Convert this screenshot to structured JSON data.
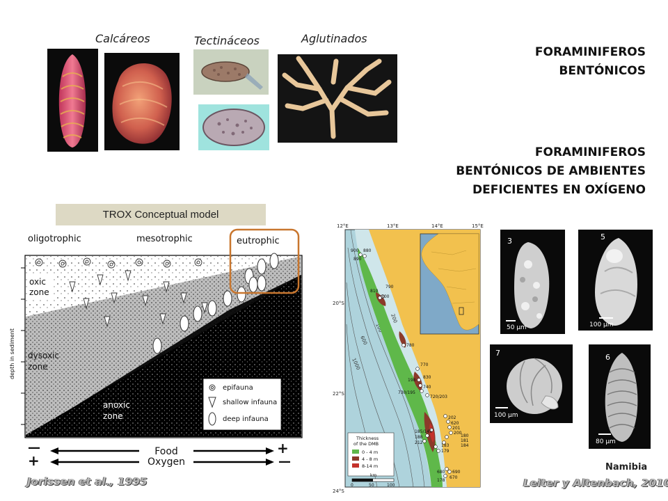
{
  "categories": {
    "calcareos": "Calcáreos",
    "tectinaceos": "Tectináceos",
    "aglutinados": "Aglutinados"
  },
  "titles": {
    "title1_line1": "FORAMINIFEROS",
    "title1_line2": "BENTÓNICOS",
    "title2_line1": "FORAMINIFEROS",
    "title2_line2": "BENTÓNICOS DE AMBIENTES",
    "title2_line3": "DEFICIENTES EN OXÍGENO"
  },
  "trox": {
    "banner": "TROX Conceptual model",
    "columns": [
      "oligotrophic",
      "mesotrophic",
      "eutrophic"
    ],
    "zones": {
      "oxic": [
        "oxic",
        "zone"
      ],
      "dysoxic": [
        "dysoxic",
        "zone"
      ],
      "anoxic": [
        "anoxic",
        "zone"
      ]
    },
    "y_axis": "depth in sediment",
    "legend": [
      "epifauna",
      "shallow infauna",
      "deep infauna"
    ],
    "food": "Food",
    "oxygen": "Oxygen",
    "minus": "—",
    "plus": "+",
    "citation": "Jorissen et al., 1995"
  },
  "map": {
    "lon_labels": [
      "12°E",
      "13°E",
      "14°E",
      "15°E"
    ],
    "lat_labels": [
      "20°S",
      "22°S",
      "24°S"
    ],
    "contours": [
      "200",
      "100",
      "600",
      "1000"
    ],
    "stations": [
      "900",
      "880",
      "890",
      "810",
      "790",
      "800",
      "780",
      "770",
      "198",
      "830",
      "740",
      "730/195",
      "720/203",
      "202",
      "620",
      "201",
      "200",
      "180",
      "181",
      "184",
      "185/145",
      "188",
      "212",
      "183",
      "179",
      "680",
      "690",
      "670",
      "178"
    ],
    "legend_title": [
      "Thickness",
      "of the DMB"
    ],
    "legend_items": [
      "0 - 4 m",
      "4 - 8 m",
      "8-14 m"
    ],
    "legend_colors": [
      "#5fb84a",
      "#8b3a2a",
      "#c4322b"
    ],
    "scale_label": "km",
    "scale_ticks": [
      "0",
      "50",
      "100"
    ]
  },
  "sem": {
    "panels": [
      {
        "number": "3",
        "scale": "50 µm"
      },
      {
        "number": "5",
        "scale": "100 µm"
      },
      {
        "number": "7",
        "scale": "100 µm"
      },
      {
        "number": "6",
        "scale": "80 µm"
      }
    ],
    "location": "Namibia",
    "citation": "Leiter y Altenbach, 2010"
  },
  "colors": {
    "ocean": "#aed3dc",
    "land": "#f2c14e",
    "highlight_box": "#c8762e"
  }
}
